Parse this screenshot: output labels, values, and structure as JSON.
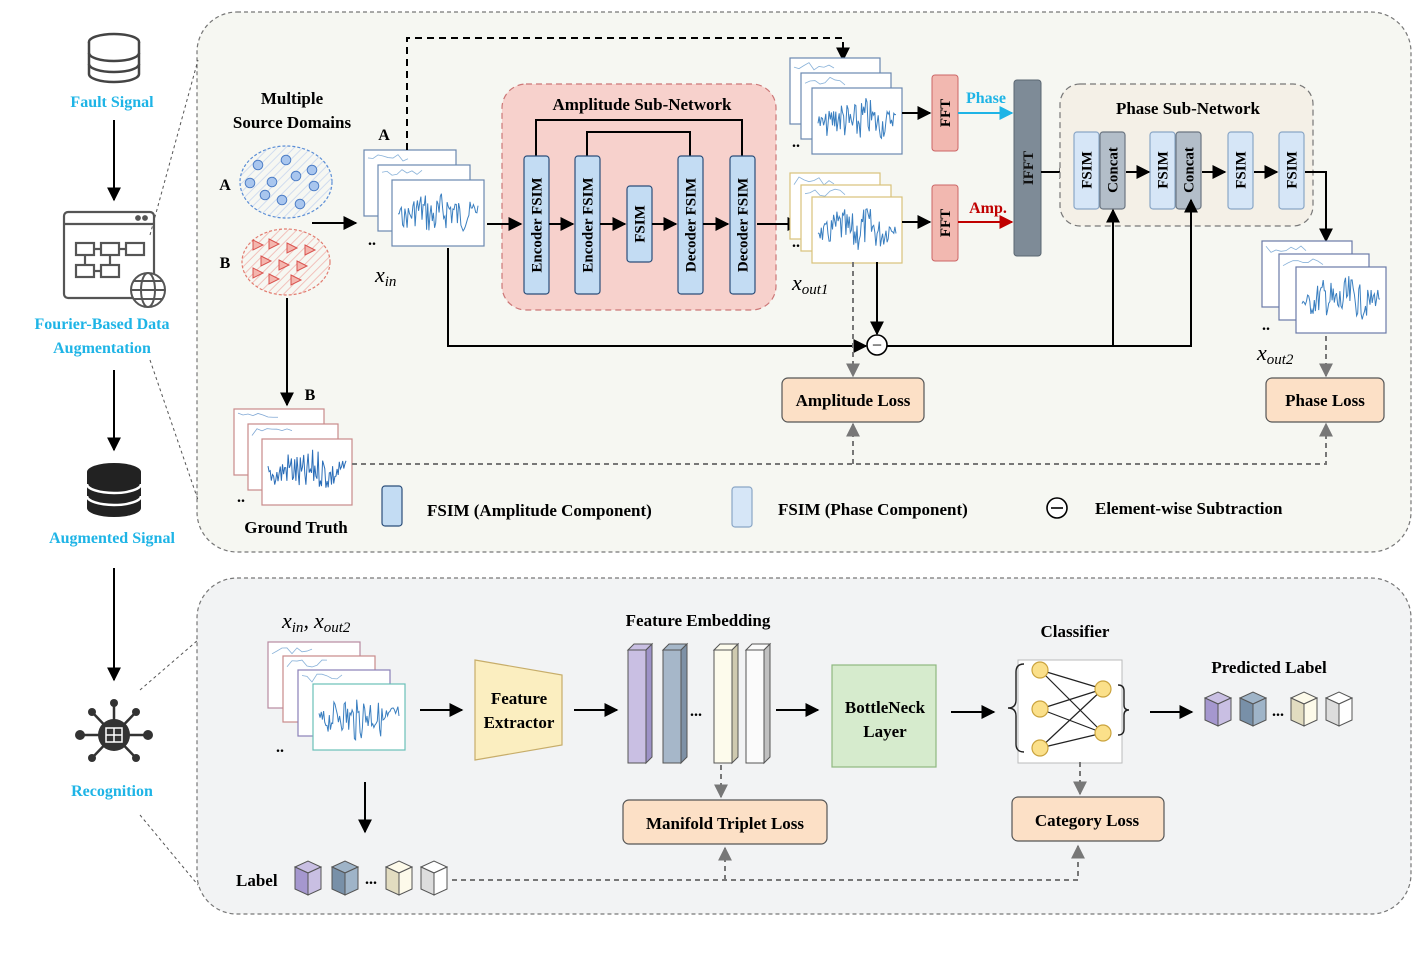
{
  "left_flow": {
    "fault_signal": "Fault Signal",
    "fourier_line1": "Fourier-Based Data",
    "fourier_line2": "Augmentation",
    "augmented_signal": "Augmented Signal",
    "recognition": "Recognition"
  },
  "top_panel": {
    "multiple_line1": "Multiple",
    "multiple_line2": "Source Domains",
    "domain_a": "A",
    "domain_b": "B",
    "stack_a": "A",
    "stack_b": "B",
    "x_in_base": "x",
    "x_in_sub": "in",
    "x_out1_base": "x",
    "x_out1_sub": "out1",
    "x_out2_base": "x",
    "x_out2_sub": "out2",
    "ellipsis": "..",
    "ground_truth": "Ground Truth",
    "amp_subnet_title": "Amplitude Sub-Network",
    "amp_blocks": [
      "Encoder FSIM",
      "Encoder FSIM",
      "FSIM",
      "Decoder FSIM",
      "Decoder FSIM"
    ],
    "fft": "FFT",
    "ifft": "IFFT",
    "phase_label": "Phase",
    "amp_label": "Amp.",
    "phase_subnet_title": "Phase Sub-Network",
    "phase_blocks": [
      "FSIM",
      "Concat",
      "FSIM",
      "Concat",
      "FSIM",
      "FSIM"
    ],
    "amplitude_loss": "Amplitude Loss",
    "phase_loss": "Phase Loss",
    "legend_amp": "FSIM (Amplitude Component)",
    "legend_phase": "FSIM (Phase Component)",
    "legend_sub": "Element-wise Subtraction",
    "minus_symbol": "−"
  },
  "bottom_panel": {
    "input_label_a": "x",
    "input_sub_a": "in",
    "input_comma": ",",
    "input_label_b": "x",
    "input_sub_b": "out2",
    "feature_extractor_1": "Feature",
    "feature_extractor_2": "Extractor",
    "feature_embedding": "Feature Embedding",
    "bottleneck_1": "BottleNeck",
    "bottleneck_2": "Layer",
    "classifier": "Classifier",
    "predicted_label": "Predicted Label",
    "manifold_loss": "Manifold Triplet Loss",
    "category_loss": "Category Loss",
    "label": "Label",
    "dots": "...",
    "dots_stack": ".."
  },
  "colors": {
    "cyan": "#1eb4e6",
    "amp_block": "#c3dcf3",
    "phase_block": "#d6e6f7",
    "concat": "#b3bec9",
    "amp_subnet_bg": "#f7d1cc",
    "fft_bg": "#f2b8b0",
    "ifft_bg": "#7e8b97",
    "loss_bg": "#fce0c6",
    "extractor_bg": "#fbeec0",
    "bottleneck_bg": "#d6ebcd",
    "amp_arrow": "#c00000",
    "phase_arrow": "#1eb4e6"
  },
  "icons": [
    "database-icon",
    "flowchart-window-icon",
    "globe-icon",
    "database-dark-icon",
    "network-hub-icon"
  ]
}
